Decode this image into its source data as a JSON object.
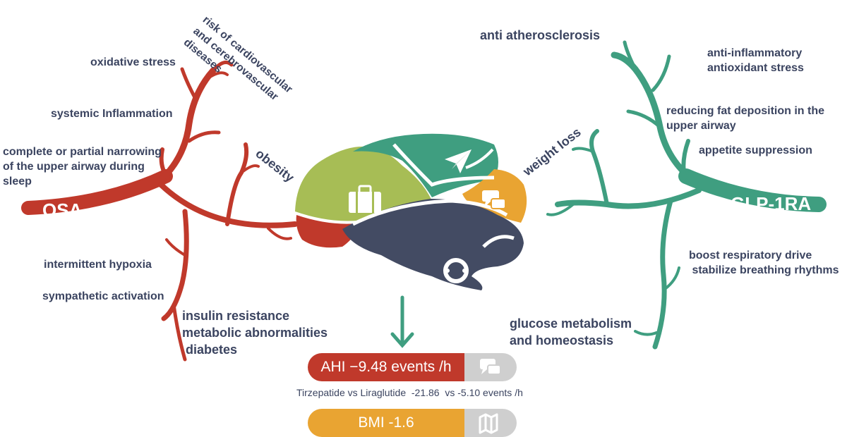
{
  "colors": {
    "osa": "#c0392b",
    "glp": "#3f9e80",
    "text": "#3b4460",
    "brain_green": "#a7bd55",
    "brain_teal": "#3f9e80",
    "brain_orange": "#e9a432",
    "brain_navy": "#434b63",
    "brain_red": "#c0392b",
    "ahi_bar": "#c0392b",
    "bmi_bar": "#e9a432",
    "pill_tail": "#cfcfcf"
  },
  "left_tree": {
    "root": "OSA",
    "branches": {
      "oxidative": "oxidative stress",
      "cardio": "risk of cardiovascular\nand cerebrovascular\ndiseases",
      "inflammation": "systemic Inflammation",
      "narrowing": "complete or partial narrowing\nof the upper airway during\nsleep",
      "obesity": "obesity",
      "hypoxia": "intermittent hypoxia",
      "sympathetic": "sympathetic activation",
      "metabolic": "insulin resistance\nmetabolic abnormalities\n diabetes"
    }
  },
  "right_tree": {
    "root": "GLP-1RA",
    "branches": {
      "athero": "anti atherosclerosis",
      "inflam": "anti-inflammatory\nantioxidant stress",
      "fat": "reducing fat deposition in the\nupper airway",
      "appetite": "appetite suppression",
      "weight": "weight loss",
      "respiratory": "boost respiratory drive\n stabilize breathing rhythms",
      "glucose": "glucose metabolism\nand homeostasis"
    }
  },
  "icons": [
    "suitcase-icon",
    "paper-plane-icon",
    "chat-bubbles-icon",
    "lifebuoy-icon",
    "map-icon"
  ],
  "outcomes": {
    "ahi": "AHI −9.48 events /h",
    "comparison": "Tirzepatide vs Liraglutide  -21.86  vs -5.10 events /h",
    "bmi": "BMI -1.6"
  }
}
